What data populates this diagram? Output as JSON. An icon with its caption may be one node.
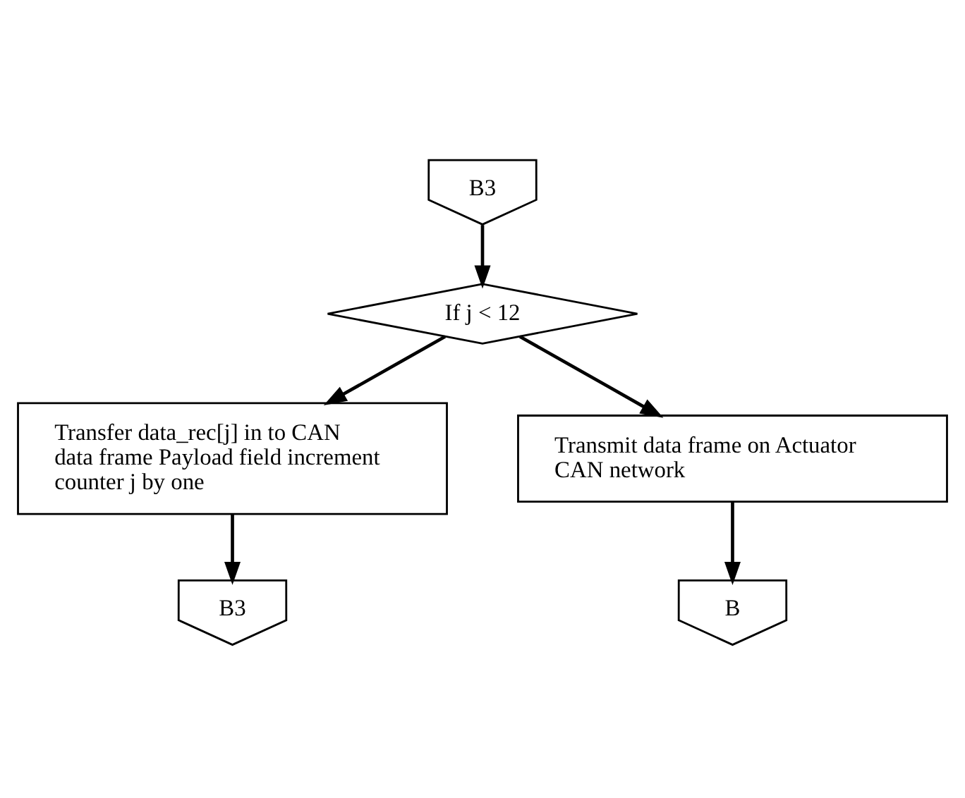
{
  "diagram": {
    "nodes": [
      {
        "text": [
          "B3"
        ]
      },
      {
        "text": [
          "If j < 12"
        ]
      },
      {
        "text": [
          "Transfer data_rec[j] in to CAN data frame Payload field increment counter j by one"
        ]
      },
      {
        "text": [
          "B3"
        ]
      },
      {
        "text": [
          "Transmit data frame on Actuator CAN network"
        ]
      },
      {
        "text": [
          "B"
        ]
      }
    ],
    "edges": [
      {
        "from": 0,
        "to": 1,
        "arrow": "to"
      },
      {
        "from": 1,
        "to": 2,
        "arrow": "to"
      },
      {
        "from": 2,
        "to": 3,
        "arrow": "to"
      },
      {
        "from": 1,
        "to": 4,
        "arrow": "to"
      },
      {
        "from": 4,
        "to": 5,
        "arrow": "to"
      }
    ]
  }
}
